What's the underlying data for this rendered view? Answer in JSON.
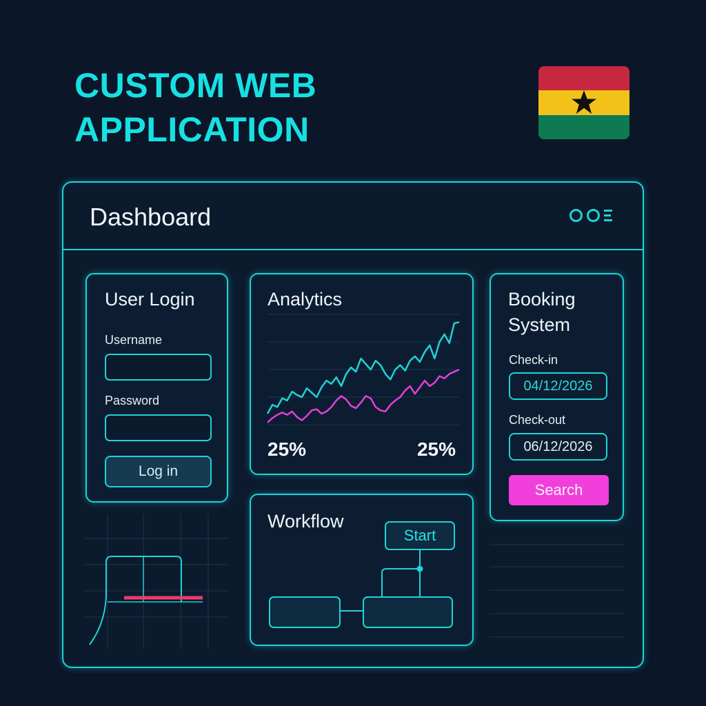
{
  "headline": {
    "line1": "CUSTOM WEB",
    "line2": "APPLICATION"
  },
  "flag": {
    "colors": [
      "#c8283f",
      "#f2c21b",
      "#0e7a52"
    ],
    "star_color": "#111111",
    "icon": "ghana-flag-icon"
  },
  "dashboard": {
    "title": "Dashboard",
    "window_controls": [
      "circle-icon",
      "circle-icon",
      "menu-icon"
    ]
  },
  "login": {
    "title": "User Login",
    "username_label": "Username",
    "username_value": "",
    "password_label": "Password",
    "password_value": "",
    "button_label": "Log in"
  },
  "analytics": {
    "title": "Analytics",
    "stat_left": "25%",
    "stat_right": "25%"
  },
  "chart_data": {
    "type": "line",
    "x": [
      0,
      1,
      2,
      3,
      4,
      5,
      6,
      7,
      8,
      9,
      10,
      11,
      12,
      13,
      14,
      15,
      16,
      17,
      18,
      19,
      20,
      21,
      22,
      23,
      24,
      25,
      26,
      27,
      28,
      29,
      30,
      31,
      32,
      33,
      34,
      35,
      36,
      37,
      38,
      39
    ],
    "series": [
      {
        "color": "#1fd3d6",
        "values": [
          10,
          18,
          16,
          24,
          22,
          30,
          27,
          25,
          33,
          29,
          25,
          34,
          40,
          37,
          43,
          35,
          46,
          52,
          48,
          60,
          55,
          50,
          58,
          54,
          46,
          41,
          50,
          54,
          49,
          58,
          62,
          57,
          66,
          72,
          60,
          75,
          82,
          74,
          92,
          93
        ]
      },
      {
        "color": "#e53fd8",
        "values": [
          2,
          6,
          9,
          11,
          9,
          12,
          7,
          4,
          8,
          13,
          14,
          10,
          12,
          16,
          22,
          26,
          23,
          17,
          15,
          20,
          26,
          24,
          16,
          13,
          12,
          18,
          22,
          25,
          31,
          35,
          28,
          34,
          40,
          35,
          38,
          44,
          42,
          46,
          48,
          50
        ]
      }
    ],
    "ylim": [
      0,
      100
    ],
    "grid": true
  },
  "booking": {
    "title_line1": "Booking",
    "title_line2": "System",
    "checkin_label": "Check-in",
    "checkin_value": "04/12/2026",
    "checkout_label": "Check-out",
    "checkout_value": "06/12/2026",
    "search_label": "Search"
  },
  "workflow": {
    "title": "Workflow",
    "start_label": "Start"
  },
  "colors": {
    "accent": "#1fd3d6",
    "headline": "#17e0e3",
    "magenta": "#f13fdb",
    "background": "#0b1628"
  }
}
